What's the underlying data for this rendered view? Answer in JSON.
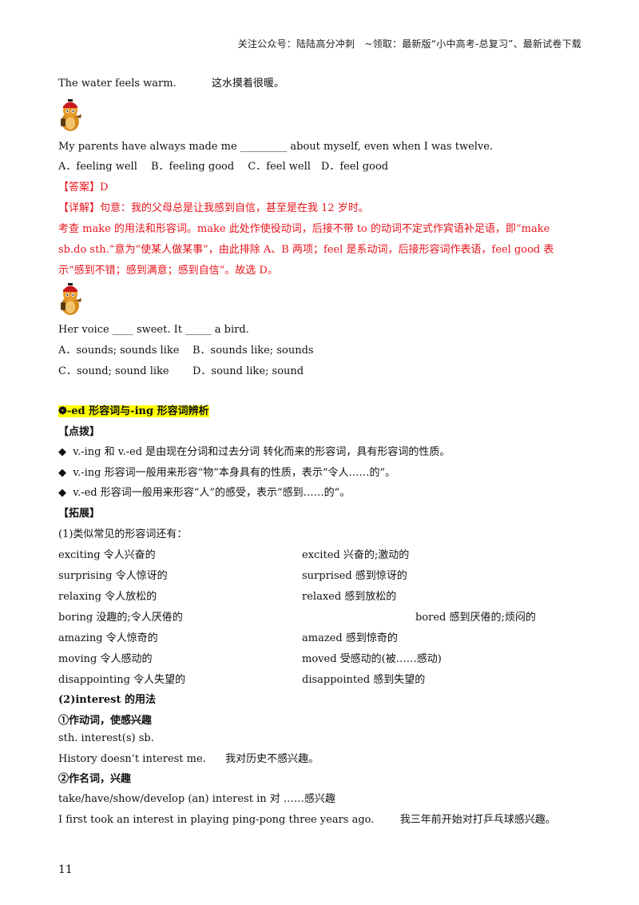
{
  "header": {
    "text": "关注公众号：陆陆高分冲刺　~领取：最新版“小中高考-总复习”、最新试卷下载"
  },
  "example1": {
    "en": "The water feels warm.",
    "zh": "这水摸着很暖。"
  },
  "q1": {
    "stem": "My parents have always made me _________ about myself, even when I was twelve.",
    "options": "A．feeling well　 B．feeling good　 C．feel well　D．feel good",
    "answer": "【答案】D",
    "detail1": "【详解】句意：我的父母总是让我感到自信，甚至是在我 12 岁时。",
    "detail2": "考查 make 的用法和形容词。make 此处作使役动词，后接不带 to 的动词不定式作宾语补足语，即“make",
    "detail3": "sb.do sth.”意为“使某人做某事”，由此排除 A、B 两项；feel 是系动词，后接形容词作表语，feel good 表",
    "detail4": "示“感到不错；感到满意；感到自信”。故选 D。"
  },
  "q2": {
    "stem": "Her voice ____ sweet. It _____ a bird.",
    "optA": "A．sounds; sounds like",
    "optB": "B．sounds like; sounds",
    "optC": "C．sound; sound like",
    "optD": "D．sound like; sound"
  },
  "section": {
    "title": "❁-ed 形容词与-ing 形容词辨析",
    "tip_head": "【点拨】",
    "bullets": [
      "v.-ing 和 v.-ed 是由现在分词和过去分词 转化而来的形容词，具有形容词的性质。",
      "v.-ing 形容词一般用来形容“物”本身具有的性质，表示“令人……的”。",
      "v.-ed 形容词一般用来形容“人”的感受，表示“感到……的”。"
    ],
    "expand_head": "【拓展】",
    "list_intro": "(1)类似常见的形容词还有：",
    "pairs": [
      {
        "ing": "exciting 令人兴奋的",
        "ed": "excited 兴奋的;激动的"
      },
      {
        "ing": "surprising 令人惊讶的",
        "ed": "surprised 感到惊讶的"
      },
      {
        "ing": "relaxing 令人放松的",
        "ed": "relaxed 感到放松的"
      },
      {
        "ing": "boring 没趣的;令人厌倦的",
        "ed": "bored 感到厌倦的;烦闷的"
      },
      {
        "ing": "amazing 令人惊奇的",
        "ed": "amazed 感到惊奇的"
      },
      {
        "ing": "moving 令人感动的",
        "ed": "moved 受感动的(被……感动)"
      },
      {
        "ing": "disappointing 令人失望的",
        "ed": "disappointed 感到失望的"
      }
    ],
    "interest_head": "(2)interest 的用法",
    "verb_head": "①作动词，使感兴趣",
    "verb_pattern": "sth. interest(s) sb.",
    "verb_example_en": "History doesn’t interest me.",
    "verb_example_zh": "我对历史不感兴趣。",
    "noun_head": "②作名词，兴趣",
    "noun_pattern": "take/have/show/develop (an) interest in 对 ……感兴趣",
    "noun_example_en": "I first took an interest in playing ping-pong three years ago.",
    "noun_example_zh": "我三年前开始对打乒乓球感兴趣。"
  },
  "page_number": "11"
}
